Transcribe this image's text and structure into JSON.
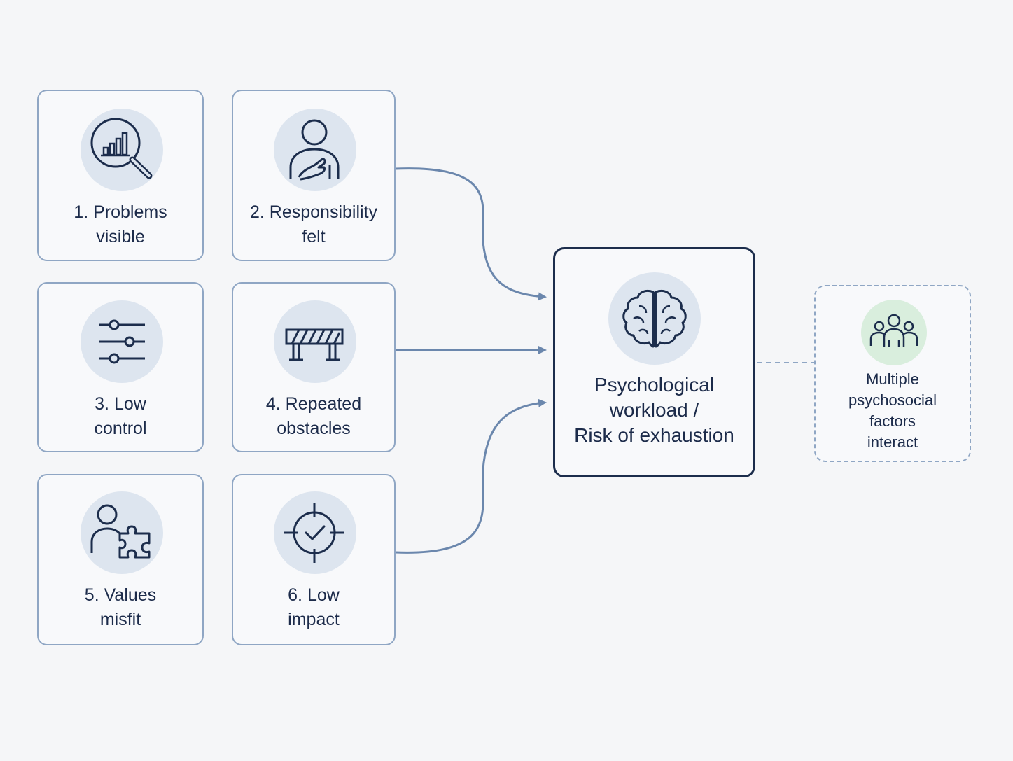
{
  "diagram": {
    "factors": [
      {
        "label": "1. Problems\nvisible",
        "icon": "magnifier-chart-icon"
      },
      {
        "label": "2. Responsibility\nfelt",
        "icon": "person-hand-on-heart-icon"
      },
      {
        "label": "3. Low\ncontrol",
        "icon": "sliders-icon"
      },
      {
        "label": "4. Repeated\nobstacles",
        "icon": "barrier-icon"
      },
      {
        "label": "5. Values\nmisfit",
        "icon": "person-puzzle-icon"
      },
      {
        "label": "6. Low\nimpact",
        "icon": "target-check-icon"
      }
    ],
    "outcome": {
      "label": "Psychological\nworkload /\nRisk of exhaustion",
      "icon": "brain-icon"
    },
    "note": {
      "label": "Multiple\npsychosocial\nfactors\ninteract",
      "icon": "group-people-icon"
    },
    "colors": {
      "card_border": "#8fa6c4",
      "icon_stroke": "#1c2d4c",
      "icon_bg": "#dde5ef",
      "arrow": "#6b87ad",
      "outcome_border": "#1c2d4c",
      "note_icon_bg": "#d9eedd"
    }
  }
}
